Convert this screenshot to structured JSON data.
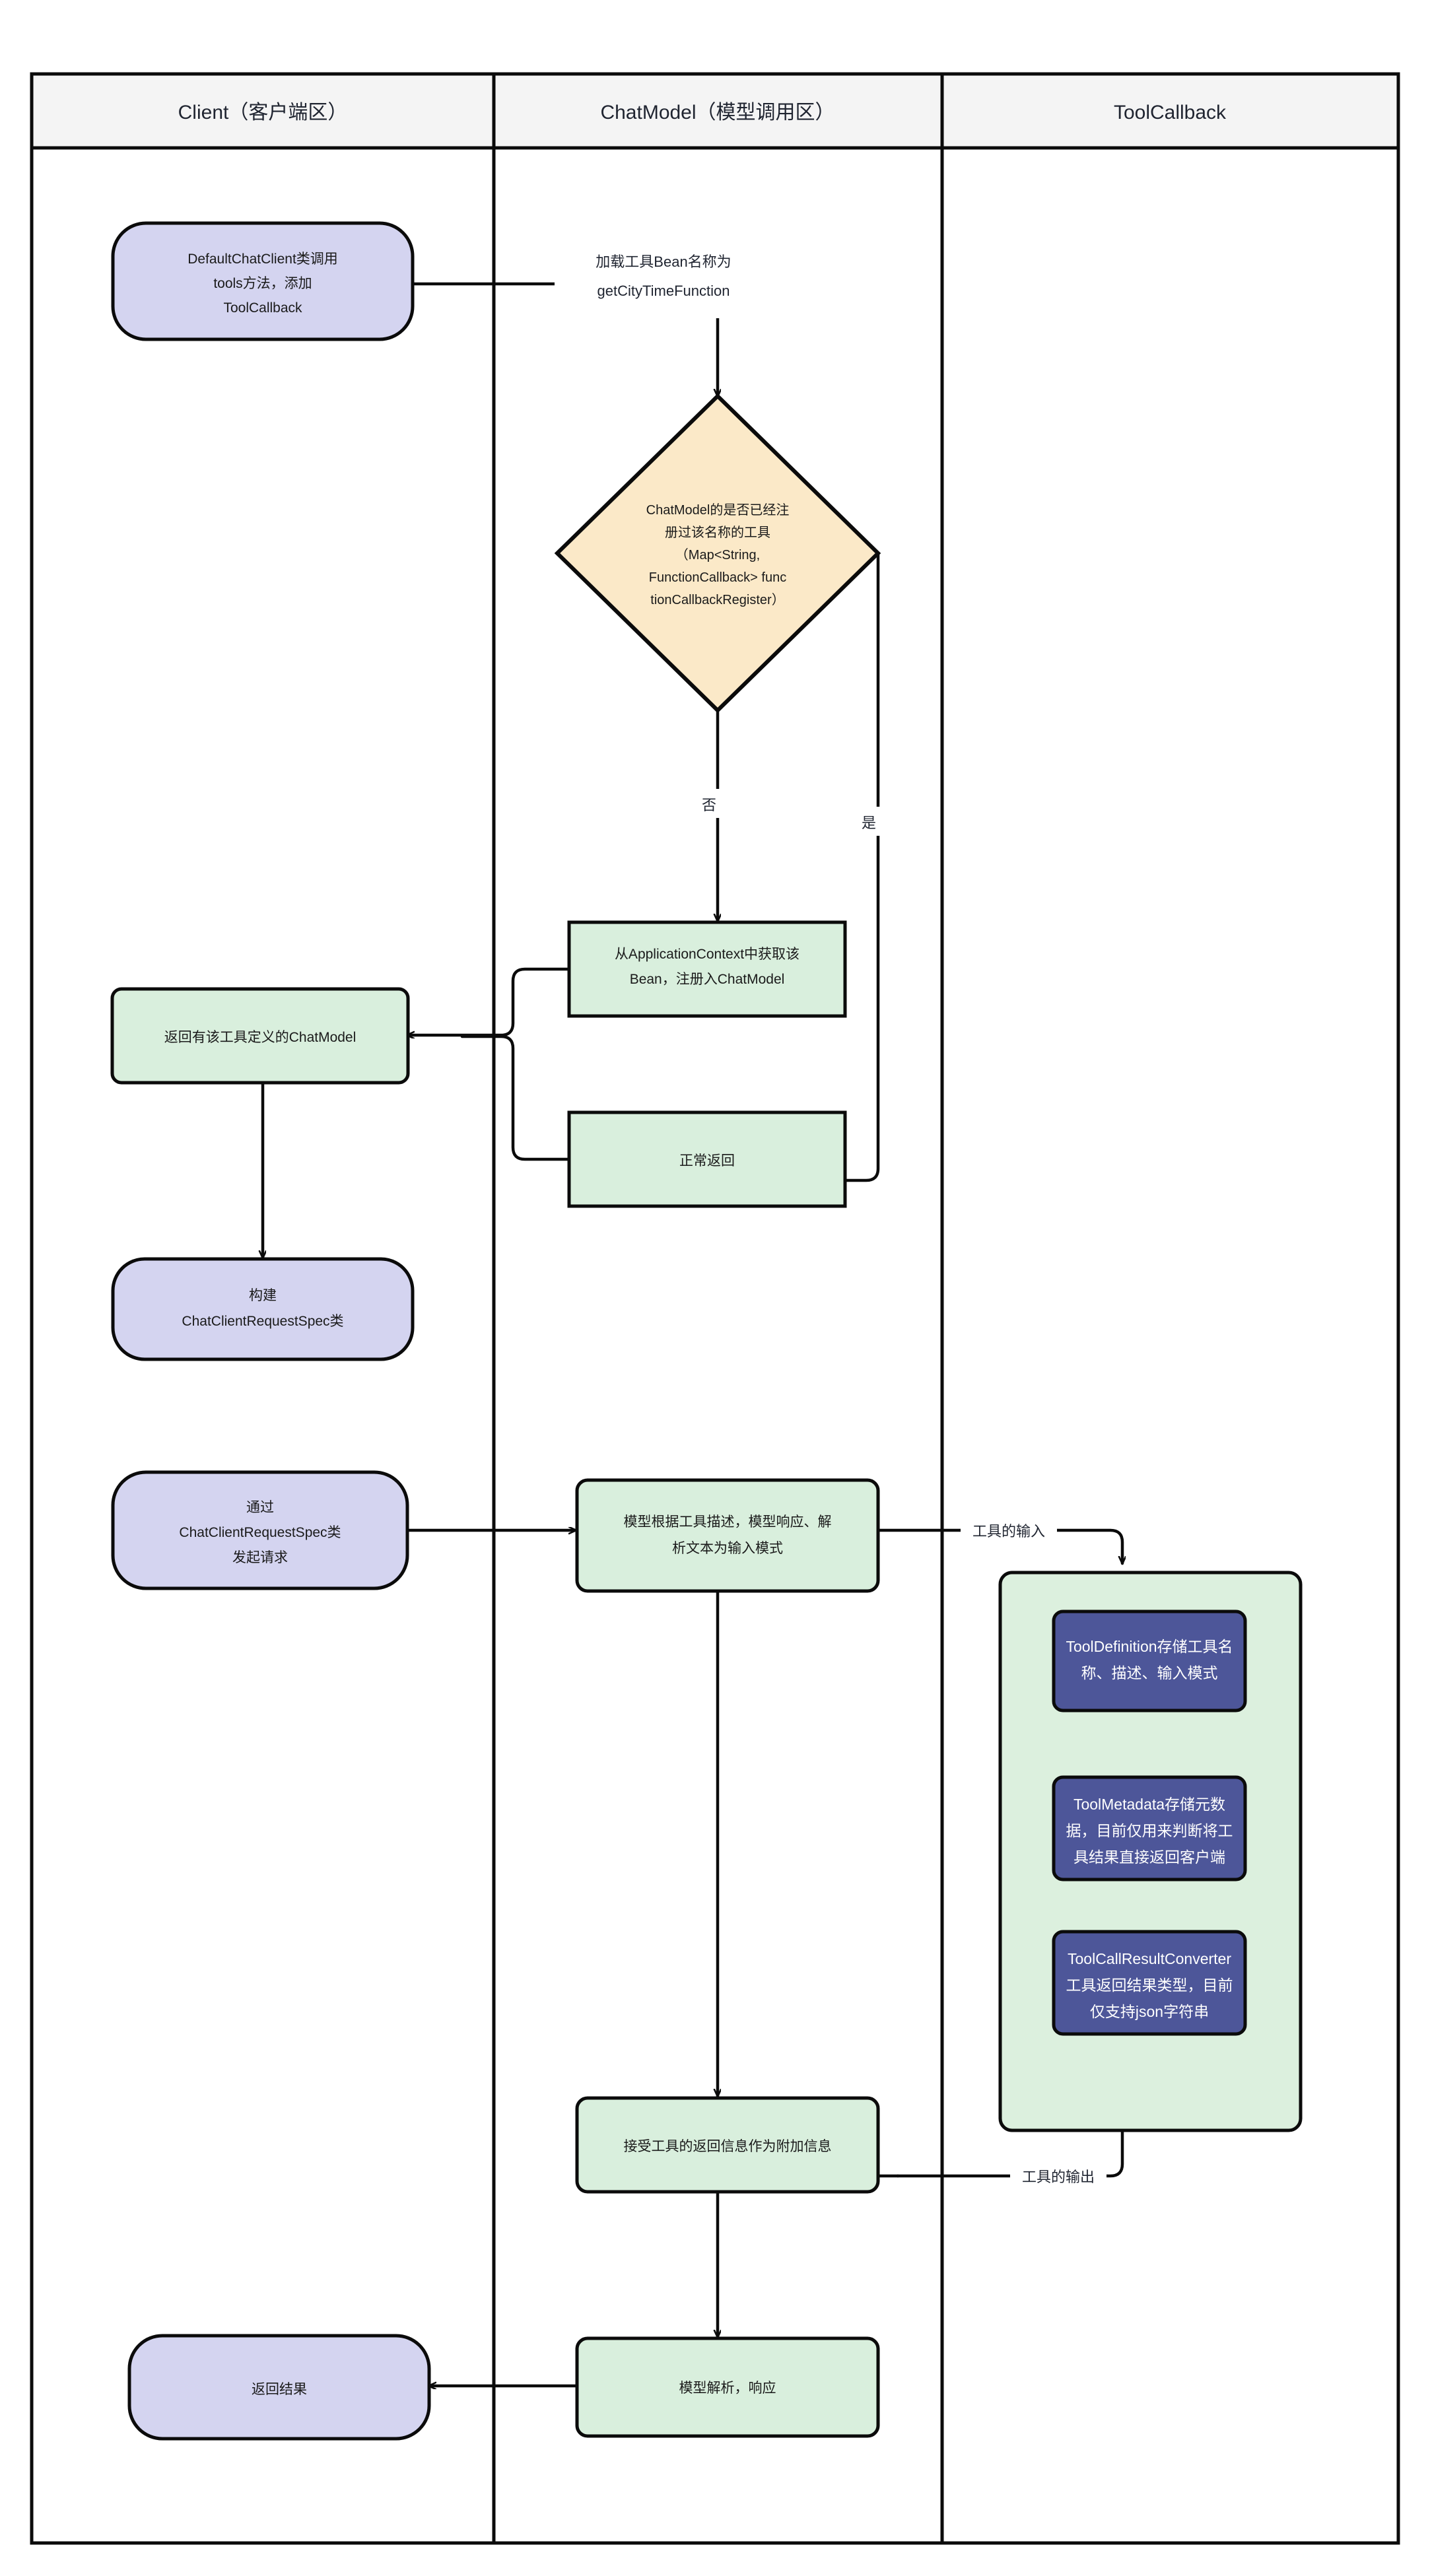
{
  "diagram": {
    "type": "flowchart-swimlane",
    "title": "",
    "lanes": [
      {
        "id": "client",
        "label": "Client（客户端区）"
      },
      {
        "id": "chatmodel",
        "label": "ChatModel（模型调用区）"
      },
      {
        "id": "toolcallback",
        "label": "ToolCallback"
      }
    ],
    "colors": {
      "lane_header_fill": "#f4f4f4",
      "lane_border": "#0b0b0b",
      "purple_fill": "#d4d4f0",
      "green_fill": "#d9efdd",
      "green_container_fill": "#dcf0de",
      "diamond_fill": "#fbe9c8",
      "dark_blue_fill": "#4d5699",
      "node_border": "#0b0b0b",
      "text": "#1a1a1a",
      "white_text": "#ffffff",
      "page_background": "#ffffff"
    },
    "nodes": [
      {
        "id": "n1",
        "lane": "client",
        "shape": "stadium",
        "fill": "purple",
        "lines": [
          "DefaultChatClient类调用",
          "tools方法，添加",
          "ToolCallback"
        ]
      },
      {
        "id": "n2",
        "lane": "chatmodel",
        "shape": "diamond",
        "fill": "diamond",
        "lines": [
          "ChatModel的是否已经注",
          "册过该名称的工具",
          "（Map<String,",
          "FunctionCallback> func",
          "tionCallbackRegister）"
        ]
      },
      {
        "id": "n3",
        "lane": "chatmodel",
        "shape": "rect",
        "fill": "green",
        "lines": [
          "从ApplicationContext中获取该",
          "Bean，注册入ChatModel"
        ]
      },
      {
        "id": "n4",
        "lane": "chatmodel",
        "shape": "rect",
        "fill": "green",
        "lines": [
          "正常返回"
        ]
      },
      {
        "id": "n5",
        "lane": "client",
        "shape": "rounded",
        "fill": "green",
        "lines": [
          "返回有该工具定义的ChatModel"
        ]
      },
      {
        "id": "n6",
        "lane": "client",
        "shape": "stadium",
        "fill": "purple",
        "lines": [
          "构建",
          "ChatClientRequestSpec类"
        ]
      },
      {
        "id": "n7",
        "lane": "client",
        "shape": "stadium",
        "fill": "purple",
        "lines": [
          "通过",
          "ChatClientRequestSpec类",
          "发起请求"
        ]
      },
      {
        "id": "n8",
        "lane": "chatmodel",
        "shape": "rounded",
        "fill": "green",
        "lines": [
          "模型根据工具描述，模型响应、解",
          "析文本为输入模式"
        ]
      },
      {
        "id": "n9",
        "lane": "toolcallback",
        "shape": "container",
        "fill": "green-container",
        "lines": []
      },
      {
        "id": "n10",
        "lane": "toolcallback",
        "shape": "rounded",
        "fill": "dark-blue",
        "lines": [
          "ToolDefinition存储工具名",
          "称、描述、输入模式"
        ]
      },
      {
        "id": "n11",
        "lane": "toolcallback",
        "shape": "rounded",
        "fill": "dark-blue",
        "lines": [
          "ToolMetadata存储元数",
          "据，目前仅用来判断将工",
          "具结果直接返回客户端"
        ]
      },
      {
        "id": "n12",
        "lane": "toolcallback",
        "shape": "rounded",
        "fill": "dark-blue",
        "lines": [
          "ToolCallResultConverter",
          "工具返回结果类型，目前",
          "仅支持json字符串"
        ]
      },
      {
        "id": "n13",
        "lane": "chatmodel",
        "shape": "rounded",
        "fill": "green",
        "lines": [
          "接受工具的返回信息作为附加信息"
        ]
      },
      {
        "id": "n14",
        "lane": "chatmodel",
        "shape": "rounded",
        "fill": "green",
        "lines": [
          "模型解析，响应"
        ]
      },
      {
        "id": "n15",
        "lane": "client",
        "shape": "stadium",
        "fill": "purple",
        "lines": [
          "返回结果"
        ]
      }
    ],
    "edge_labels": [
      {
        "id": "e1",
        "lines": [
          "加载工具Bean名称为",
          "getCityTimeFunction"
        ]
      },
      {
        "id": "e2",
        "lines": [
          "否"
        ]
      },
      {
        "id": "e3",
        "lines": [
          "是"
        ]
      },
      {
        "id": "e4",
        "lines": [
          "工具的输入"
        ]
      },
      {
        "id": "e5",
        "lines": [
          "工具的输出"
        ]
      }
    ]
  }
}
